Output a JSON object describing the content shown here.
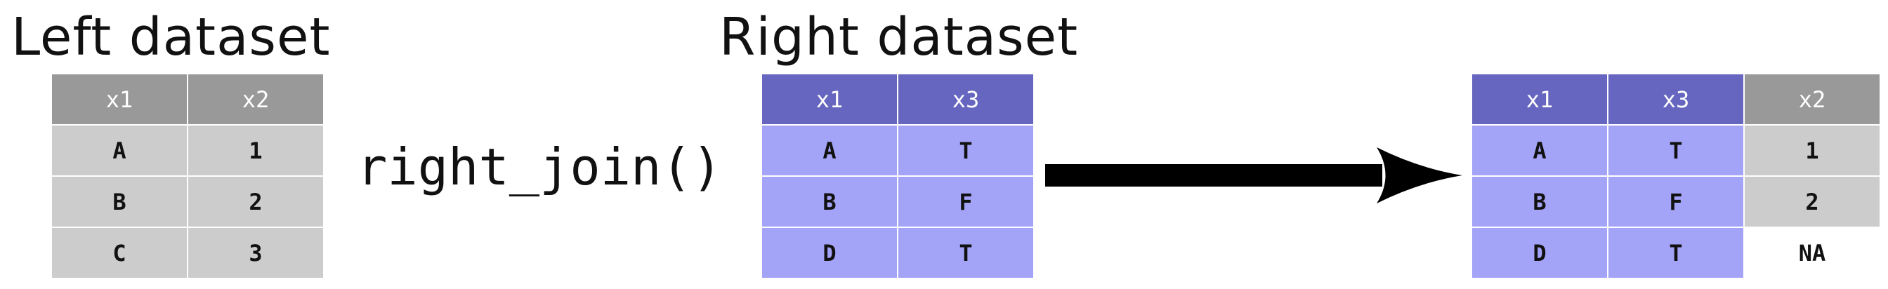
{
  "left_dataset": {
    "title": "Left dataset",
    "columns": [
      "x1",
      "x2"
    ],
    "rows": [
      [
        "A",
        "1"
      ],
      [
        "B",
        "2"
      ],
      [
        "C",
        "3"
      ]
    ]
  },
  "right_dataset": {
    "title": "Right dataset",
    "columns": [
      "x1",
      "x3"
    ],
    "rows": [
      [
        "A",
        "T"
      ],
      [
        "B",
        "F"
      ],
      [
        "D",
        "T"
      ]
    ]
  },
  "operation": {
    "label": "right_join()"
  },
  "result_dataset": {
    "columns": [
      "x1",
      "x3",
      "x2"
    ],
    "rows": [
      [
        "A",
        "T",
        "1"
      ],
      [
        "B",
        "F",
        "2"
      ],
      [
        "D",
        "T",
        "NA"
      ]
    ]
  },
  "colors": {
    "left_header": "#999999",
    "left_cell": "#cccccc",
    "right_header": "#6666c0",
    "right_cell": "#a3a3f7",
    "arrow": "#000000"
  }
}
